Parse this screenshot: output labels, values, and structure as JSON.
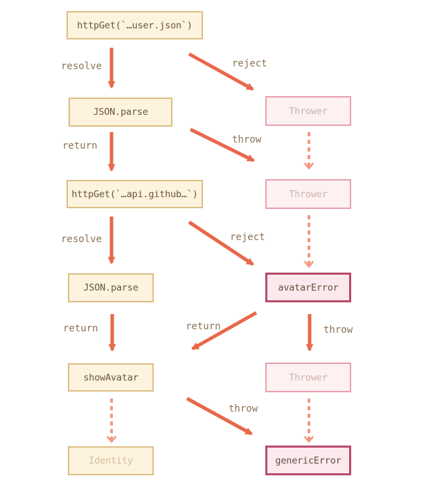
{
  "diagram_title": "promise-chain-error-flow",
  "palette": {
    "background": "#ffffff",
    "solid_arrow": "#e8684a",
    "dashed_arrow": "#f19a82",
    "edge_label_color": "#8b7355",
    "cream_box_bg": "#fdf3de",
    "cream_box_border": "#dcbe83",
    "cream_box_text": "#6a573b",
    "cream_faded_text": "#cfc0a0",
    "pink_box_bg": "#fdf1f1",
    "pink_box_border": "#e79fac",
    "pink_faded_text": "#ccb3ac",
    "error_box_bg": "#fbe9ed",
    "error_box_border": "#b84a6b",
    "error_box_text": "#5a5440"
  },
  "nodes": [
    {
      "id": "http-get-user",
      "label": "httpGet(`…user.json`)",
      "kind": "cream"
    },
    {
      "id": "json-parse-1",
      "label": "JSON.parse",
      "kind": "cream"
    },
    {
      "id": "thrower-1",
      "label": "Thrower",
      "kind": "pink"
    },
    {
      "id": "http-get-github",
      "label": "httpGet(`…api.github…`)",
      "kind": "cream"
    },
    {
      "id": "thrower-2",
      "label": "Thrower",
      "kind": "pink"
    },
    {
      "id": "json-parse-2",
      "label": "JSON.parse",
      "kind": "cream"
    },
    {
      "id": "avatar-error",
      "label": "avatarError",
      "kind": "error"
    },
    {
      "id": "show-avatar",
      "label": "showAvatar",
      "kind": "cream"
    },
    {
      "id": "thrower-3",
      "label": "Thrower",
      "kind": "pink"
    },
    {
      "id": "identity",
      "label": "Identity",
      "kind": "cream-faded"
    },
    {
      "id": "generic-error",
      "label": "genericError",
      "kind": "error"
    }
  ],
  "edge_labels": [
    {
      "id": "resolve-1",
      "text": "resolve"
    },
    {
      "id": "reject-1",
      "text": "reject"
    },
    {
      "id": "return-1",
      "text": "return"
    },
    {
      "id": "throw-1",
      "text": "throw"
    },
    {
      "id": "resolve-2",
      "text": "resolve"
    },
    {
      "id": "reject-2",
      "text": "reject"
    },
    {
      "id": "return-2",
      "text": "return"
    },
    {
      "id": "return-3",
      "text": "return"
    },
    {
      "id": "throw-2",
      "text": "throw"
    },
    {
      "id": "throw-3",
      "text": "throw"
    }
  ]
}
